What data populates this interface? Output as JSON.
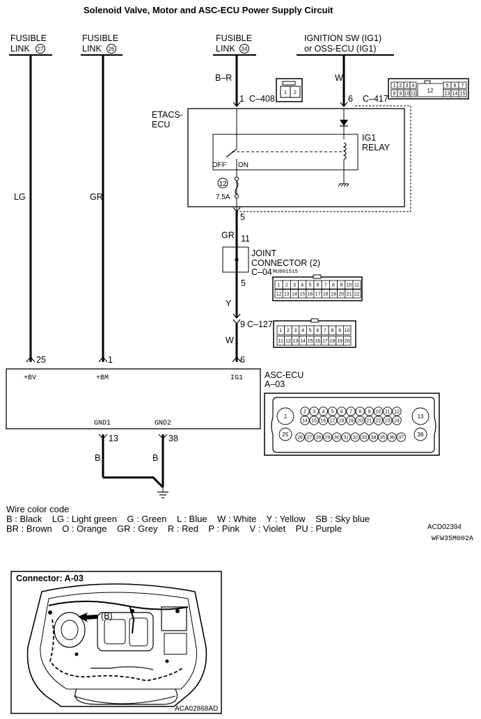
{
  "title": "Solenoid Valve, Motor and ASC-ECU Power Supply Circuit",
  "sources": {
    "fusible_label": "FUSIBLE",
    "link_label": "LINK",
    "link_27": "27",
    "link_26": "26",
    "link_34": "34",
    "ignition_line1": "IGNITION SW (IG1)",
    "ignition_line2": "or OSS-ECU (IG1)"
  },
  "wires": {
    "lg": "LG",
    "gr_left": "GR",
    "br": "B–R",
    "w_top": "W",
    "gr_mid": "GR",
    "y": "Y",
    "w_bottom": "W",
    "b_left": "B",
    "b_right": "B"
  },
  "etacs": {
    "label_line1": "ETACS-",
    "label_line2": "ECU",
    "relay_line1": "IG1",
    "relay_line2": "RELAY",
    "off": "OFF",
    "on": "ON",
    "fuse_number": "12",
    "fuse_rating": "7.5A",
    "pin_1": "1",
    "conn_c408": "C–408",
    "pin_6": "6",
    "conn_c417": "C–417",
    "pin_5": "5"
  },
  "joint": {
    "label_line1": "JOINT",
    "label_line2": "CONNECTOR (2)",
    "conn": "C–04",
    "part_no": "MU801515",
    "pin_11": "11",
    "pin_5": "5"
  },
  "c127": {
    "conn": "C–127",
    "pin": "9"
  },
  "asc": {
    "label": "ASC-ECU",
    "conn": "A–03",
    "pin_25": "25",
    "pin_1": "1",
    "pin_6": "6",
    "bv": "+BV",
    "bm": "+BM",
    "ig1": "IG1",
    "gnd1": "GND1",
    "gnd2": "GND2",
    "pin_13": "13",
    "pin_38": "38"
  },
  "legend": {
    "title": "Wire color code",
    "line1": "B : Black    LG : Light green    G : Green    L : Blue    W : White    Y : Yellow    SB : Sky blue",
    "line2": "BR : Brown    O : Orange    GR : Grey    R : Red    P : Pink    V : Violet    PU : Purple"
  },
  "codes": {
    "code1": "ACD02394",
    "code2": "WFW35M002A"
  },
  "inset": {
    "title": "Connector: A-03",
    "callout": "(B)",
    "code": "ACA02868AD"
  },
  "connector_faces": {
    "c408": [
      "1",
      "2"
    ],
    "c417_top": [
      "1",
      "2",
      "3",
      "4",
      "5",
      "6",
      "7"
    ],
    "c417_bottom": [
      "8",
      "9",
      "10",
      "11",
      "12",
      "13",
      "14",
      "15"
    ],
    "c04_top": [
      "1",
      "2",
      "3",
      "4",
      "5",
      "6",
      "7",
      "8",
      "9",
      "10",
      "11"
    ],
    "c04_bottom": [
      "12",
      "13",
      "14",
      "15",
      "16",
      "17",
      "18",
      "19",
      "20",
      "21",
      "22"
    ],
    "c127_top": [
      "1",
      "2",
      "3",
      "4",
      "5",
      "6",
      "7",
      "8",
      "9",
      "10"
    ],
    "c127_bottom": [
      "11",
      "12",
      "13",
      "14",
      "15",
      "16",
      "17",
      "18",
      "19",
      "20"
    ],
    "a03_row1": [
      "2",
      "3",
      "4",
      "5",
      "6",
      "7",
      "8",
      "9",
      "10",
      "11",
      "12"
    ],
    "a03_row2": [
      "14",
      "15",
      "16",
      "17",
      "18",
      "19",
      "20",
      "21",
      "22",
      "23",
      "24"
    ],
    "a03_row3": [
      "26",
      "27",
      "28",
      "29",
      "30",
      "31",
      "32",
      "33",
      "34",
      "35",
      "36",
      "37"
    ],
    "a03_big": [
      "1",
      "13",
      "25",
      "38"
    ]
  },
  "icons": [
    "ground-symbol-icon",
    "relay-coil-icon",
    "diode-icon",
    "fuse-icon",
    "arrow-icon"
  ]
}
